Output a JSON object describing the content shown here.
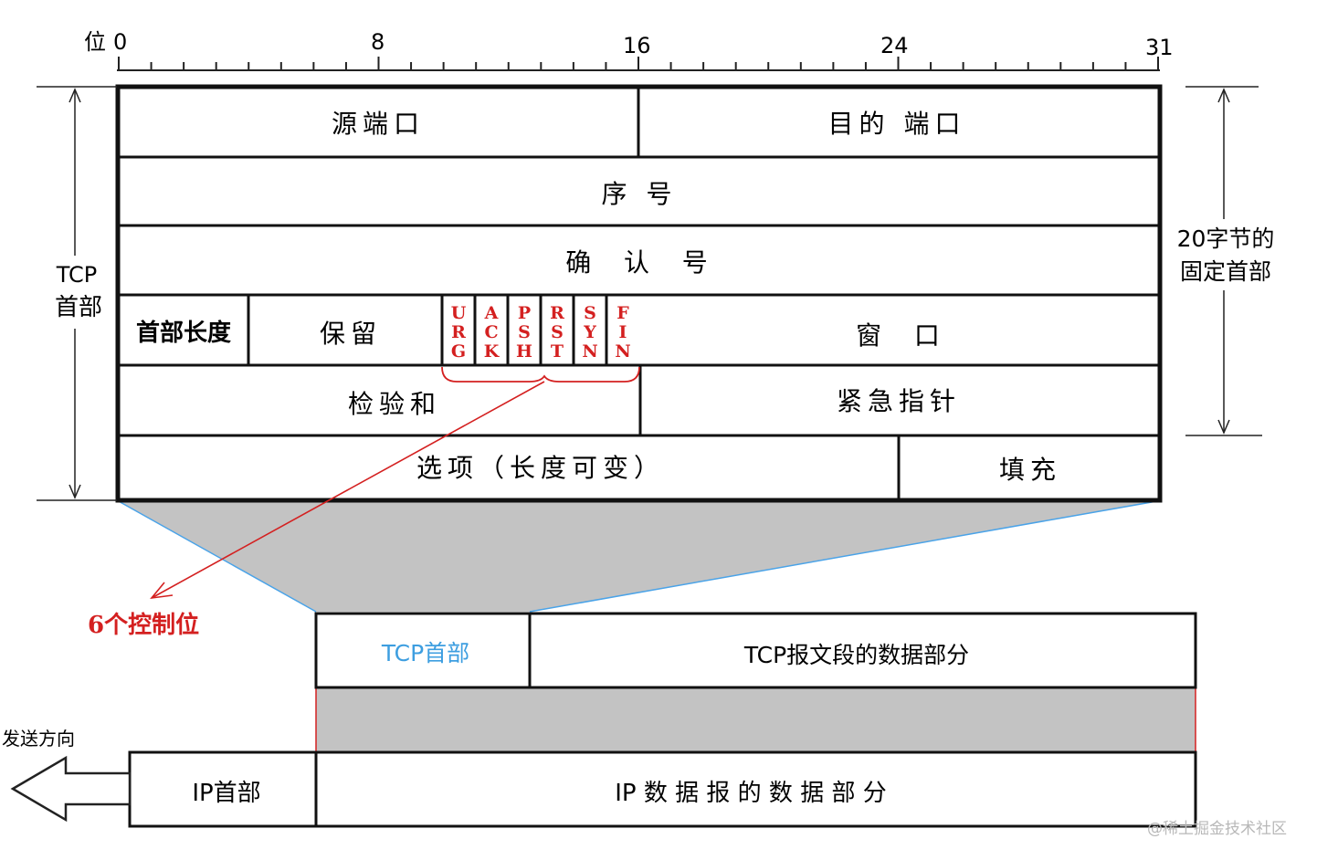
{
  "bit_axis": {
    "label": "位",
    "ticks": [
      "0",
      "8",
      "16",
      "24",
      "31"
    ]
  },
  "header_rows": {
    "source_port": "源端口",
    "dest_port": "目的 端口",
    "sequence_number": "序 号",
    "ack_number": "确  认  号",
    "header_length": "首部长度",
    "reserved": "保留",
    "flags": [
      {
        "chars": [
          "U",
          "R",
          "G"
        ]
      },
      {
        "chars": [
          "A",
          "C",
          "K"
        ]
      },
      {
        "chars": [
          "P",
          "S",
          "H"
        ]
      },
      {
        "chars": [
          "R",
          "S",
          "T"
        ]
      },
      {
        "chars": [
          "S",
          "Y",
          "N"
        ]
      },
      {
        "chars": [
          "F",
          "I",
          "N"
        ]
      }
    ],
    "window": "窗  口",
    "checksum": "检验和",
    "urgent_pointer": "紧急指针",
    "options": "选项（长度可变）",
    "padding": "填充"
  },
  "side_labels": {
    "tcp_header_line1": "TCP",
    "tcp_header_line2": "首部",
    "fixed_line1": "20字节的",
    "fixed_line2": "固定首部"
  },
  "control_bits_label": "6个控制位",
  "segment": {
    "tcp_header": "TCP首部",
    "tcp_data": "TCP报文段的数据部分"
  },
  "ip_datagram": {
    "ip_header": "IP首部",
    "ip_data": "IP 数 据 报 的 数 据 部 分"
  },
  "direction_label": "发送方向",
  "watermark": "@稀土掘金技术社区",
  "colors": {
    "flag_red": "#d42020",
    "tcp_header_blue": "#3d9ee0",
    "gray_fill": "#c3c3c3"
  }
}
